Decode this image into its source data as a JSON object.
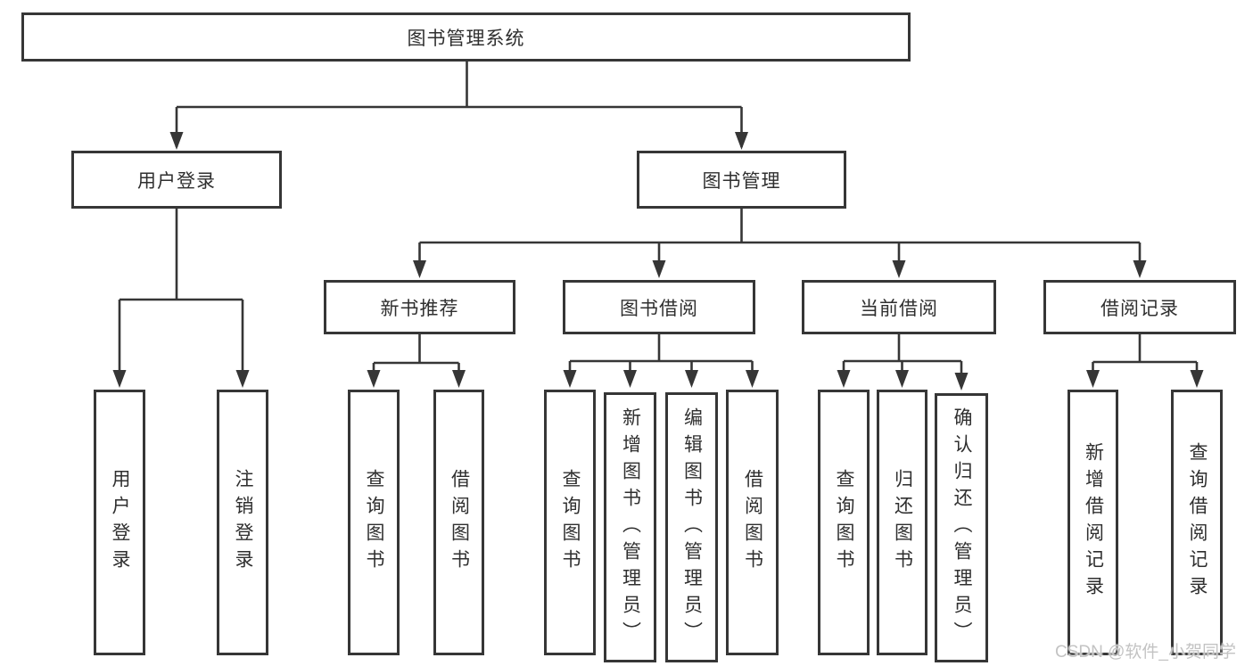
{
  "diagram": {
    "type": "hierarchy",
    "tree": {
      "label": "图书管理系统",
      "children": [
        {
          "label": "用户登录",
          "children": [
            {
              "label": "用户登录"
            },
            {
              "label": "注销登录"
            }
          ]
        },
        {
          "label": "图书管理",
          "children": [
            {
              "label": "新书推荐",
              "children": [
                {
                  "label": "查询图书"
                },
                {
                  "label": "借阅图书"
                }
              ]
            },
            {
              "label": "图书借阅",
              "children": [
                {
                  "label": "查询图书"
                },
                {
                  "label": "新增图书（管理员）"
                },
                {
                  "label": "编辑图书（管理员）"
                },
                {
                  "label": "借阅图书"
                }
              ]
            },
            {
              "label": "当前借阅",
              "children": [
                {
                  "label": "查询图书"
                },
                {
                  "label": "归还图书"
                },
                {
                  "label": "确认归还（管理员）"
                }
              ]
            },
            {
              "label": "借阅记录",
              "children": [
                {
                  "label": "新增借阅记录"
                },
                {
                  "label": "查询借阅记录"
                }
              ]
            }
          ]
        }
      ]
    },
    "watermark": "CSDN @软件_小贺同学",
    "colors": {
      "line": "#363636",
      "box_border": "#363636",
      "text": "#2f2f2f",
      "background": "#ffffff",
      "watermark": "#c3c3c3"
    }
  }
}
